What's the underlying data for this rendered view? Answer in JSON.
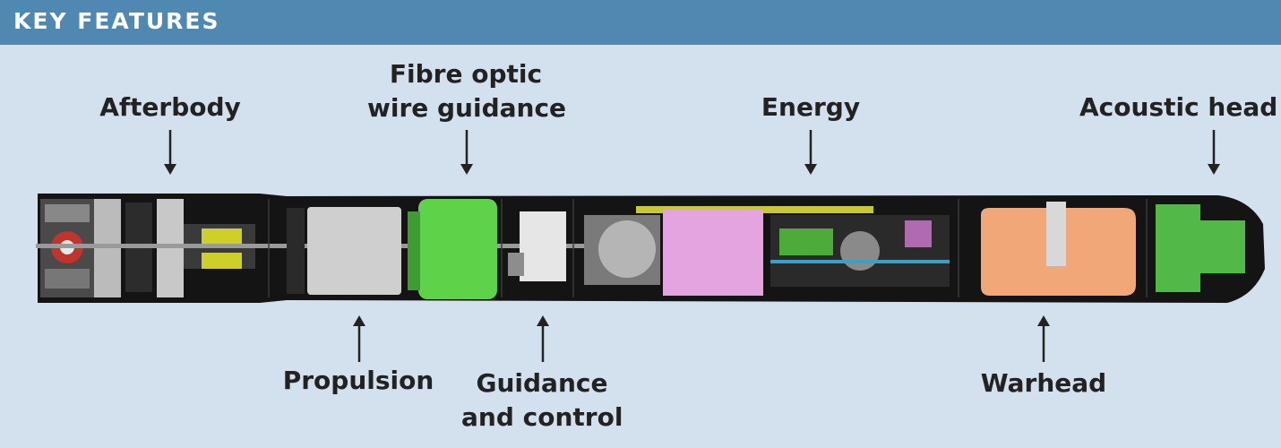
{
  "header": {
    "title": "KEY FEATURES"
  },
  "labels": {
    "afterbody": "Afterbody",
    "fibre_optic": [
      "Fibre optic",
      "wire guidance"
    ],
    "energy": "Energy",
    "acoustic_head": "Acoustic head",
    "propulsion": "Propulsion",
    "guidance_control": [
      "Guidance",
      "and control"
    ],
    "warhead": "Warhead"
  },
  "colors": {
    "header_bg": "#4f88b0",
    "background": "#d3e1ee",
    "body": "#141414",
    "propulsion_fill": "#cfcfcf",
    "guidance_fill": "#5ed248",
    "energy_fill": "#e4a4e0",
    "warhead_fill": "#f2a779",
    "acoustic_fill": "#52b948"
  }
}
